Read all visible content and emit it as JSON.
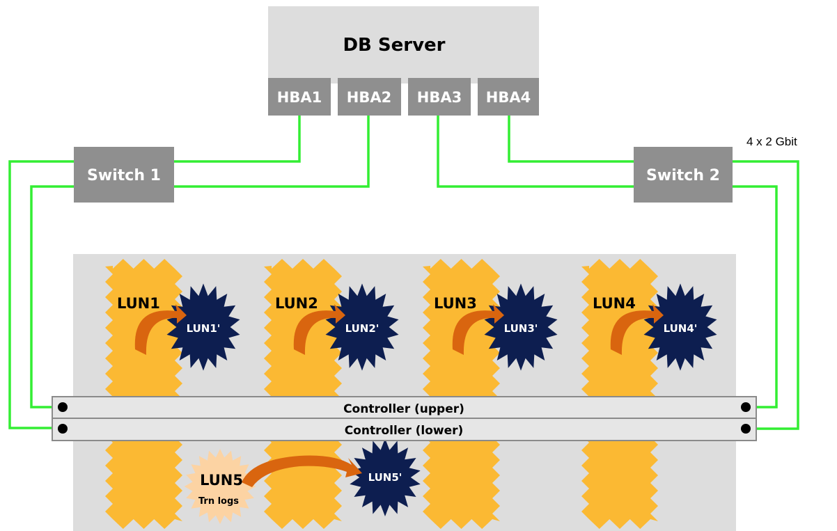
{
  "server": {
    "title": "DB Server",
    "hbas": [
      "HBA1",
      "HBA2",
      "HBA3",
      "HBA4"
    ]
  },
  "switches": [
    "Switch 1",
    "Switch 2"
  ],
  "link_note": "4 x 2 Gbit",
  "controllers": {
    "upper": "Controller (upper)",
    "lower": "Controller (lower)"
  },
  "luns": {
    "lun1": "LUN1",
    "lun1_copy": "LUN1'",
    "lun2": "LUN2",
    "lun2_copy": "LUN2'",
    "lun3": "LUN3",
    "lun3_copy": "LUN3'",
    "lun4": "LUN4",
    "lun4_copy": "LUN4'",
    "lun5": "LUN5",
    "lun5_copy": "LUN5'",
    "lun5_note": "Trn logs"
  },
  "colors": {
    "link": "#33ee33",
    "box_gray": "#8f8f8f",
    "panel_gray": "#dddddd",
    "burst_yellow": "#fbb933",
    "burst_navy": "#0d1e50",
    "arrow_orange": "#d9650f",
    "burst_light": "#fcd3a3"
  }
}
